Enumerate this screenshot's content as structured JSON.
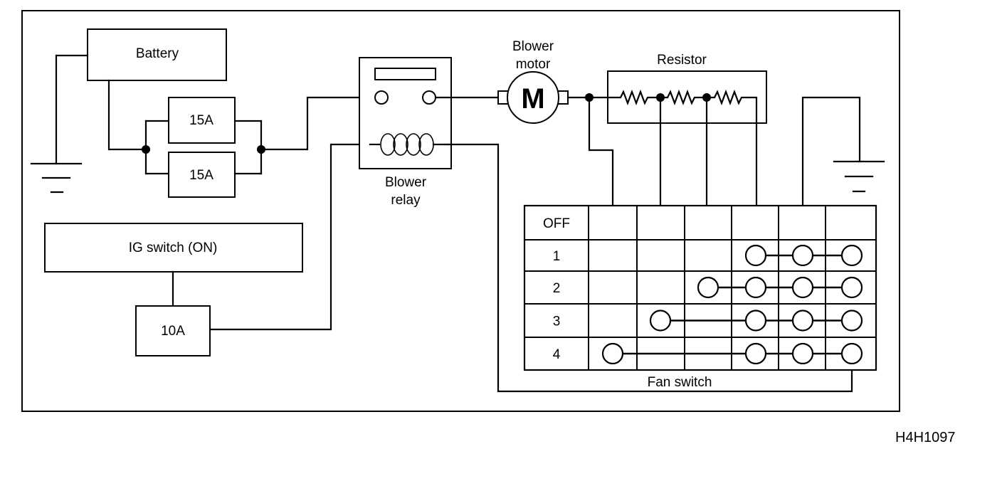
{
  "labels": {
    "battery": "Battery",
    "fuse_a": "15A",
    "fuse_b": "15A",
    "ig_switch": "IG switch (ON)",
    "fuse_ig": "10A",
    "blower_relay_line1": "Blower",
    "blower_relay_line2": "relay",
    "blower_motor_line1": "Blower",
    "blower_motor_line2": "motor",
    "motor_symbol": "M",
    "resistor": "Resistor",
    "fan_switch": "Fan switch"
  },
  "fan_switch_table": {
    "positions": [
      "OFF",
      "1",
      "2",
      "3",
      "4"
    ],
    "columns": 6,
    "connected_terminals": [
      [],
      [
        3,
        4,
        5
      ],
      [
        2,
        3,
        4,
        5
      ],
      [
        1,
        3,
        4,
        5
      ],
      [
        0,
        3,
        4,
        5
      ]
    ]
  },
  "reference_code": "H4H1097"
}
